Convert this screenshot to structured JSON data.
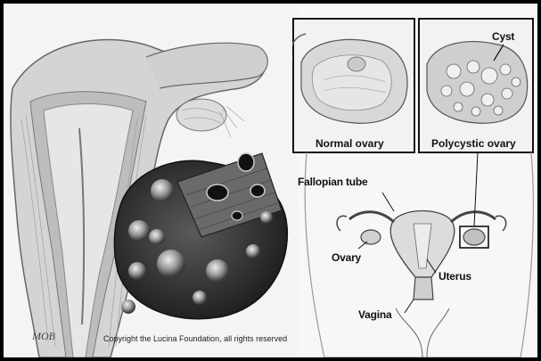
{
  "labels": {
    "cyst": "Cyst",
    "normal_ovary": "Normal ovary",
    "polycystic_ovary": "Polycystic ovary",
    "fallopian_tube": "Fallopian tube",
    "ovary": "Ovary",
    "uterus": "Uterus",
    "vagina": "Vagina"
  },
  "copyright": "Copyright the Lucina Foundation, all rights reserved",
  "signature": "MOB"
}
